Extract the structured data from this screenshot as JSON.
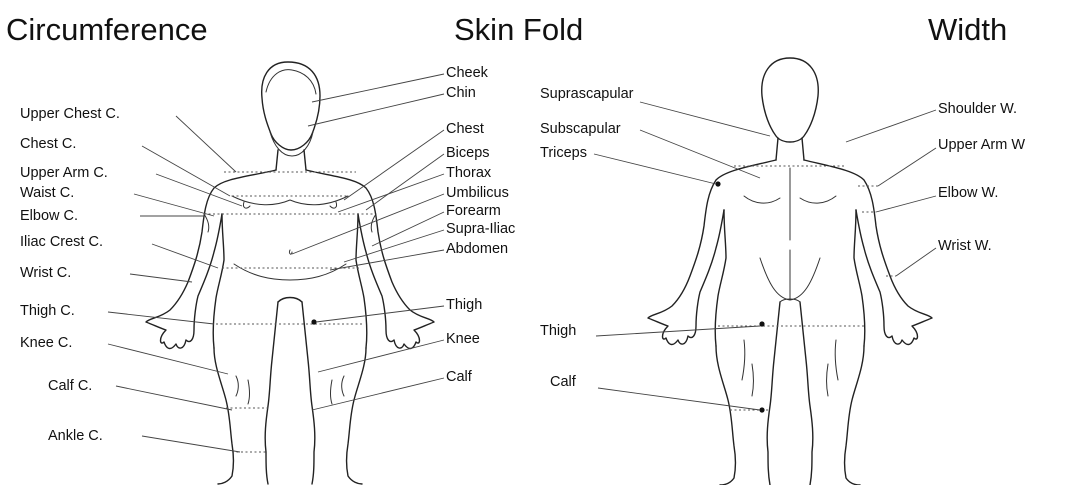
{
  "headings": {
    "circumference": "Circumference",
    "skin_fold": "Skin Fold",
    "width": "Width"
  },
  "labels": {
    "upper_chest_c": "Upper Chest C.",
    "chest_c": "Chest C.",
    "upper_arm_c": "Upper Arm C.",
    "waist_c": "Waist C.",
    "elbow_c": "Elbow C.",
    "iliac_crest_c": "Iliac Crest C.",
    "wrist_c": "Wrist C.",
    "thigh_c": "Thigh C.",
    "knee_c": "Knee C.",
    "calf_c": "Calf C.",
    "ankle_c": "Ankle C.",
    "cheek": "Cheek",
    "chin": "Chin",
    "chest": "Chest",
    "biceps": "Biceps",
    "thorax": "Thorax",
    "umbilicus": "Umbilicus",
    "forearm": "Forearm",
    "supra_iliac": "Supra-Iliac",
    "abdomen": "Abdomen",
    "thigh_front": "Thigh",
    "knee": "Knee",
    "calf_front": "Calf",
    "suprascapular": "Suprascapular",
    "subscapular": "Subscapular",
    "triceps": "Triceps",
    "thigh_back": "Thigh",
    "calf_back": "Calf",
    "shoulder_w": "Shoulder W.",
    "upper_arm_w": "Upper Arm W",
    "elbow_w": "Elbow W.",
    "wrist_w": "Wrist W."
  },
  "colors": {
    "line": "#222222",
    "text": "#111111",
    "background": "#ffffff"
  }
}
